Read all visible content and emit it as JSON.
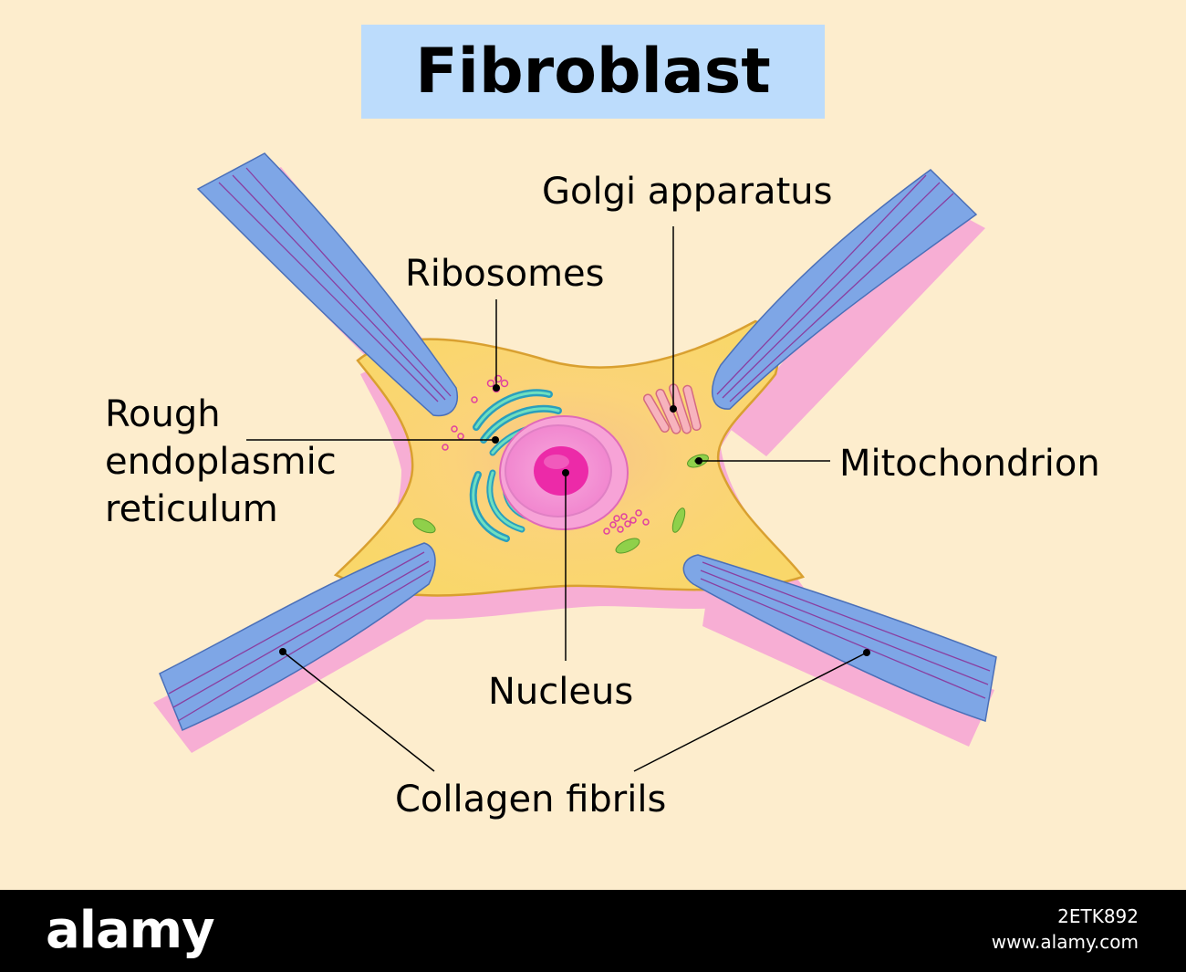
{
  "title": "Fibroblast",
  "labels": {
    "golgi": "Golgi apparatus",
    "ribosomes": "Ribosomes",
    "rer_line1": "Rough",
    "rer_line2": "endoplasmic",
    "rer_line3": "reticulum",
    "mitochondrion": "Mitochondrion",
    "nucleus": "Nucleus",
    "collagen": "Collagen fibrils"
  },
  "footer": {
    "logo": "alamy",
    "image_id": "2ETK892",
    "site": "www.alamy.com"
  },
  "colors": {
    "background": "#fdedcd",
    "title_box": "#bcdcfc",
    "cell_fill": "#f9d46b",
    "cell_outline": "#d9a030",
    "fibril": "#7ea6e6",
    "fibril_shadow": "#f7aed4",
    "nucleus": "#f39ad6",
    "nucleolus": "#ec2aa8",
    "rer": "#2fc5b0",
    "golgi": "#f7b3bd",
    "mitochondrion": "#8fd04a"
  }
}
